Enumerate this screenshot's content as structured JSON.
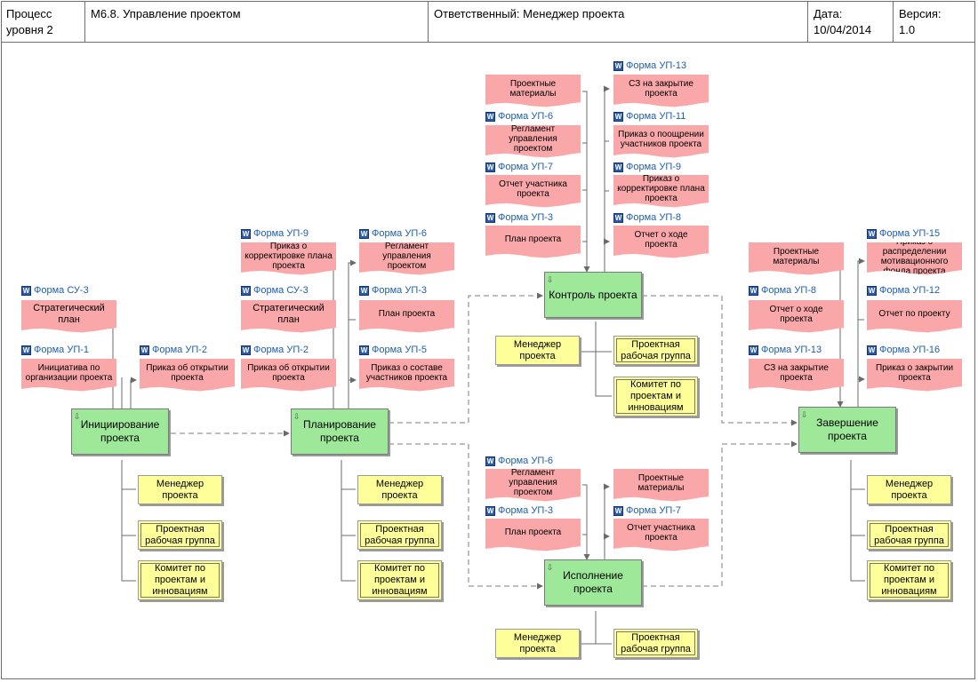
{
  "header": {
    "process_label": [
      "Процесс",
      "уровня 2"
    ],
    "title": "М6.8.  Управление проектом",
    "responsible": "Ответственный: Менеджер проекта",
    "date_label": "Дата:",
    "date_value": "10/04/2014",
    "version_label": "Версия:",
    "version_value": "1.0"
  },
  "processes": {
    "init": "Инициирование проекта",
    "plan": "Планирование проекта",
    "control": "Контроль проекта",
    "exec": "Исполнение проекта",
    "close": "Завершение проекта"
  },
  "roles": {
    "manager": "Менеджер проекта",
    "team": "Проектная рабочая группа",
    "committee": "Комитет по проектам и инновациям"
  },
  "documents": {
    "init_in1": "Стратегический план",
    "init_in2": "Инициатива по организации проекта",
    "init_out1": "Приказ об открытии проекта",
    "plan_in1": "Приказ о корректировке плана проекта",
    "plan_in2": "Стратегический план",
    "plan_in3": "Приказ об открытии проекта",
    "plan_out1": "Регламент управления проектом",
    "plan_out2": "План проекта",
    "plan_out3": "Приказ о составе участников проекта",
    "ctrl_in1": "Проектные материалы",
    "ctrl_in2": "Регламент управления проектом",
    "ctrl_in3": "Отчет участника проекта",
    "ctrl_in4": "План проекта",
    "ctrl_out1": "СЗ на закрытие проекта",
    "ctrl_out2": "Приказ о поощрении участников проекта",
    "ctrl_out3": "Приказ о корректировке плана проекта",
    "ctrl_out4": "Отчет о ходе проекта",
    "exec_in1": "Регламент управления проектом",
    "exec_in2": "План проекта",
    "exec_out1": "Проектные материалы",
    "exec_out2": "Отчет участника проекта",
    "close_in1": "Проектные материалы",
    "close_in2": "Отчет о ходе проекта",
    "close_in3": "СЗ на закрытие проекта",
    "close_out1": "Приказ о распределении мотивационного фонда проекта",
    "close_out2": "Отчет по проекту",
    "close_out3": "Приказ о закрытии проекта"
  },
  "forms": {
    "su3": "Форма СУ-3",
    "up1": "Форма УП-1",
    "up2": "Форма УП-2",
    "up3": "Форма УП-3",
    "up5": "Форма УП-5",
    "up6": "Форма УП-6",
    "up7": "Форма УП-7",
    "up8": "Форма УП-8",
    "up9": "Форма УП-9",
    "up11": "Форма УП-11",
    "up12": "Форма УП-12",
    "up13": "Форма УП-13",
    "up15": "Форма УП-15",
    "up16": "Форма УП-16"
  },
  "icons": {
    "word_doc": "word-doc-icon",
    "process_marker": "process-marker-icon"
  },
  "colors": {
    "document": "#f9a7a9",
    "process": "#9ee89a",
    "role": "#ffff99",
    "form_link": "#1f5fa8"
  }
}
